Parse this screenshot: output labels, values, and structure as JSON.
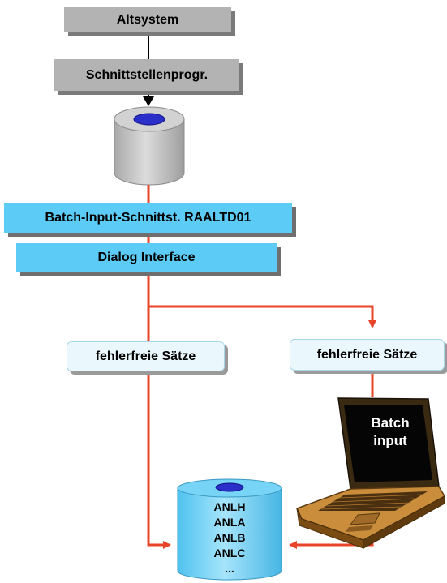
{
  "boxes": {
    "legacy_system": "Altsystem",
    "interface_program": "Schnittstellenprogr.",
    "batch_input_interface": "Batch-Input-Schnittst. RAALTD01",
    "dialog_interface": "Dialog Interface",
    "error_free_left": "fehlerfreie Sätze",
    "error_free_right": "fehlerfreie Sätze"
  },
  "laptop": {
    "screen_line1": "Batch",
    "screen_line2": "input"
  },
  "database": {
    "tables": [
      "ANLH",
      "ANLA",
      "ANLB",
      "ANLC",
      "..."
    ]
  },
  "colors": {
    "arrow_red": "#e8442a",
    "box_gray": "#b3b3b3",
    "box_blue": "#5ccbf5",
    "box_light": "#eaf8fd",
    "cylinder_blue": "#5ccbf5",
    "cylinder_gray": "#c4c4c4"
  }
}
